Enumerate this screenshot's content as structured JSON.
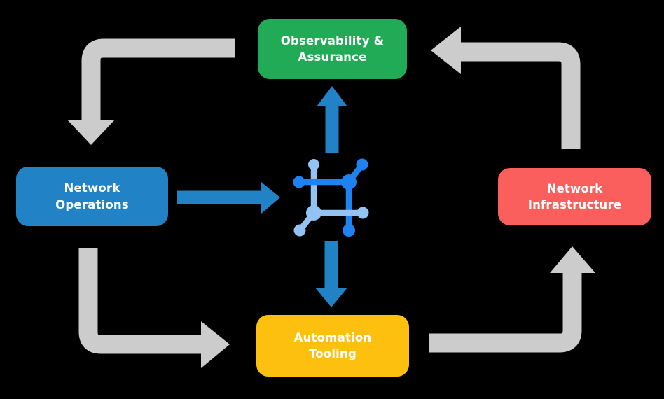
{
  "diagram": {
    "background": "#000000",
    "nodes": [
      {
        "id": "observability-assurance",
        "label": "Observability & Assurance",
        "color": "#21AB57"
      },
      {
        "id": "network-operations",
        "label": "Network Operations",
        "color": "#2182C6"
      },
      {
        "id": "network-infrastructure",
        "label": "Network Infrastructure",
        "color": "#FA5F5E"
      },
      {
        "id": "automation-tooling",
        "label": "Automation Tooling",
        "color": "#FEC00E"
      }
    ],
    "center_icon": {
      "name": "network-automation-icon",
      "color_dark": "#1E82F0",
      "color_light": "#92C3F2"
    },
    "edges": [
      {
        "from": "observability-assurance",
        "to": "network-operations",
        "style": "gray-elbow"
      },
      {
        "from": "network-operations",
        "to": "automation-tooling",
        "style": "gray-elbow"
      },
      {
        "from": "automation-tooling",
        "to": "network-infrastructure",
        "style": "gray-elbow"
      },
      {
        "from": "network-infrastructure",
        "to": "observability-assurance",
        "style": "gray-elbow"
      },
      {
        "from": "network-operations",
        "to": "center-icon",
        "style": "blue-straight"
      },
      {
        "from": "center-icon",
        "to": "observability-assurance",
        "style": "blue-straight"
      },
      {
        "from": "center-icon",
        "to": "automation-tooling",
        "style": "blue-straight"
      }
    ],
    "colors": {
      "arrow_gray": "#CCCCCC",
      "arrow_blue": "#2182C6",
      "text": "#FFFFFF"
    }
  }
}
